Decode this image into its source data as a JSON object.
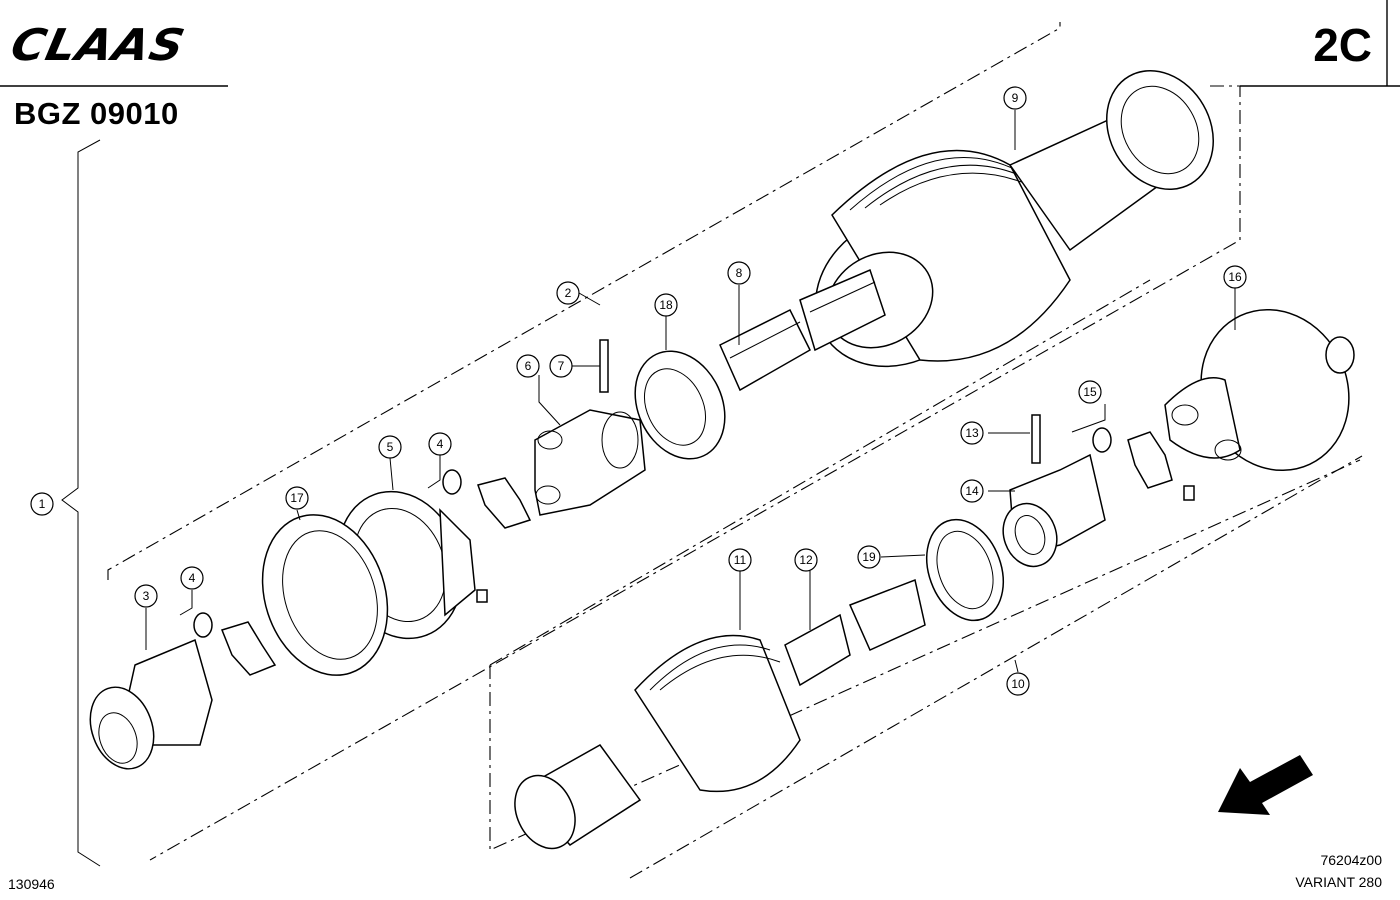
{
  "header": {
    "brand": "CLAAS",
    "doc_number": "BGZ 09010",
    "page_code": "2C"
  },
  "footer": {
    "left_code": "130946",
    "drawing_code": "76204z00",
    "variant": "VARIANT 280"
  },
  "callouts": {
    "c1": "1",
    "c2": "2",
    "c3": "3",
    "c4a": "4",
    "c4b": "4",
    "c5": "5",
    "c6": "6",
    "c7": "7",
    "c8": "8",
    "c9": "9",
    "c10": "10",
    "c11": "11",
    "c12": "12",
    "c13": "13",
    "c14": "14",
    "c15": "15",
    "c16": "16",
    "c17": "17",
    "c18": "18",
    "c19": "19"
  },
  "icons": {
    "direction_arrow": "arrow-down-left-icon"
  }
}
